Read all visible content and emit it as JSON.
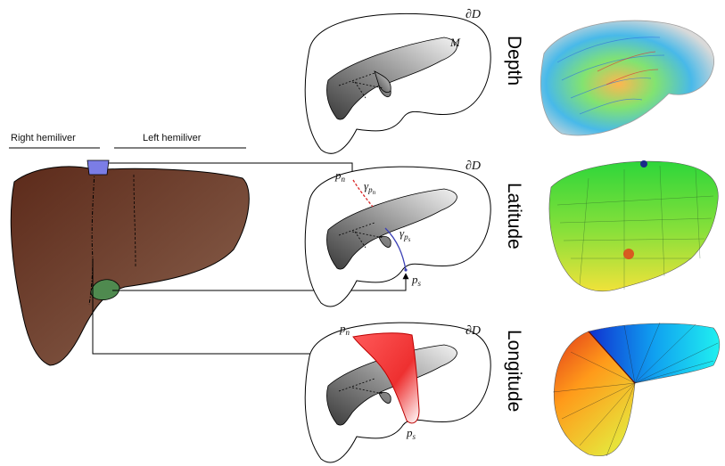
{
  "header": {
    "right_hemiliver": "Right hemiliver",
    "left_hemiliver": "Left hemiliver"
  },
  "panels": {
    "top": {
      "boundary": "∂D",
      "manifold": "M"
    },
    "middle": {
      "boundary": "∂D",
      "pn": "p",
      "pn_sub": "n",
      "gamma_n": "γ",
      "gamma_n_sub": "p",
      "gamma_n_subsub": "n",
      "gamma_s": "γ",
      "gamma_s_sub": "p",
      "gamma_s_subsub": "s",
      "ps": "p",
      "ps_sub": "s"
    },
    "bottom": {
      "boundary": "∂D",
      "pn": "p",
      "pn_sub": "n",
      "ps": "p",
      "ps_sub": "s"
    }
  },
  "side_labels": {
    "depth": "Depth",
    "latitude": "Latitude",
    "longitude": "Longitude"
  },
  "colors": {
    "liver_brown": "#7a4630",
    "north_pole_marker": "#7b7de6",
    "south_pole_marker": "#4f8a4f",
    "gamma_pn_path": "#d92525",
    "gamma_ps_path": "#3a3fb5",
    "longitude_region": "#e83a3a"
  }
}
